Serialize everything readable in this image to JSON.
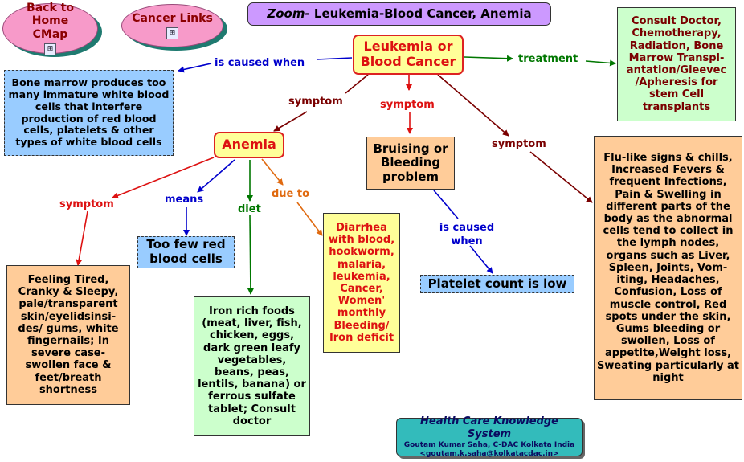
{
  "title": {
    "zoom": "Zoom-",
    "text": " Leukemia-Blood Cancer, Anemia"
  },
  "nav": {
    "back": "Back to Home CMap",
    "cancer_links": "Cancer Links",
    "icon": "concept-map-icon"
  },
  "concepts": {
    "leukemia": "Leukemia or Blood Cancer",
    "cause_main": "Bone marrow produces too many immature white blood cells that interfere production of red blood cells, platelets & other types of white blood cells",
    "treatment": "Consult Doctor, Chemotherapy, Radiation, Bone Marrow Transpl-antation/Gleevec /Apheresis for stem Cell transplants",
    "anemia": "Anemia",
    "bruising": "Bruising or Bleeding problem",
    "flu": "Flu-like signs & chills, Increased Fevers & frequent Infections, Pain & Swelling in different parts of the body as the abnormal cells tend to collect in the lymph nodes, organs such as Liver, Spleen, Joints, Vom-iting, Headaches, Confusion, Loss of muscle control, Red spots under the skin, Gums bleeding or swollen, Loss of appetite,Weight loss, Sweating particularly at night",
    "tired": "Feeling Tired, Cranky & Sleepy, pale/transparent skin/eyelidsinsi-des/ gums, white fingernails; In severe case-swollen face & feet/breath shortness",
    "few_red": "Too few red blood cells",
    "iron": "Iron rich foods (meat, liver, fish, chicken, eggs, dark green leafy vegetables, beans, peas, lentils, banana) or ferrous sulfate tablet; Consult doctor",
    "diarrhea": "Diarrhea with blood, hookworm, malaria, leukemia, Cancer, Women' monthly Bleeding/ Iron deficit",
    "platelet": "Platelet count is low"
  },
  "links": {
    "is_caused_when": "is caused when",
    "treatment": "treatment",
    "symptom_a": "symptom",
    "symptom_b": "symptom",
    "symptom_c": "symptom",
    "symptom_d": "symptom",
    "means": "means",
    "diet": "diet",
    "due_to": "due to",
    "is_caused_when_2": "is caused when"
  },
  "footer": {
    "system": "Health Care Knowledge System",
    "author": "Goutam Kumar Saha, C-DAC Kolkata India",
    "email": "<goutam.k.saha@kolkatacdac.in>"
  },
  "colors": {
    "blue": "#0000cc",
    "green": "#007700",
    "red": "#dd1111",
    "maroon": "#7a0000",
    "orange": "#e06a10",
    "peach": "#ffcc99",
    "light_blue": "#99ccff",
    "light_green": "#ccffcc",
    "yellow": "#ffff99",
    "purple": "#cc99ff"
  }
}
